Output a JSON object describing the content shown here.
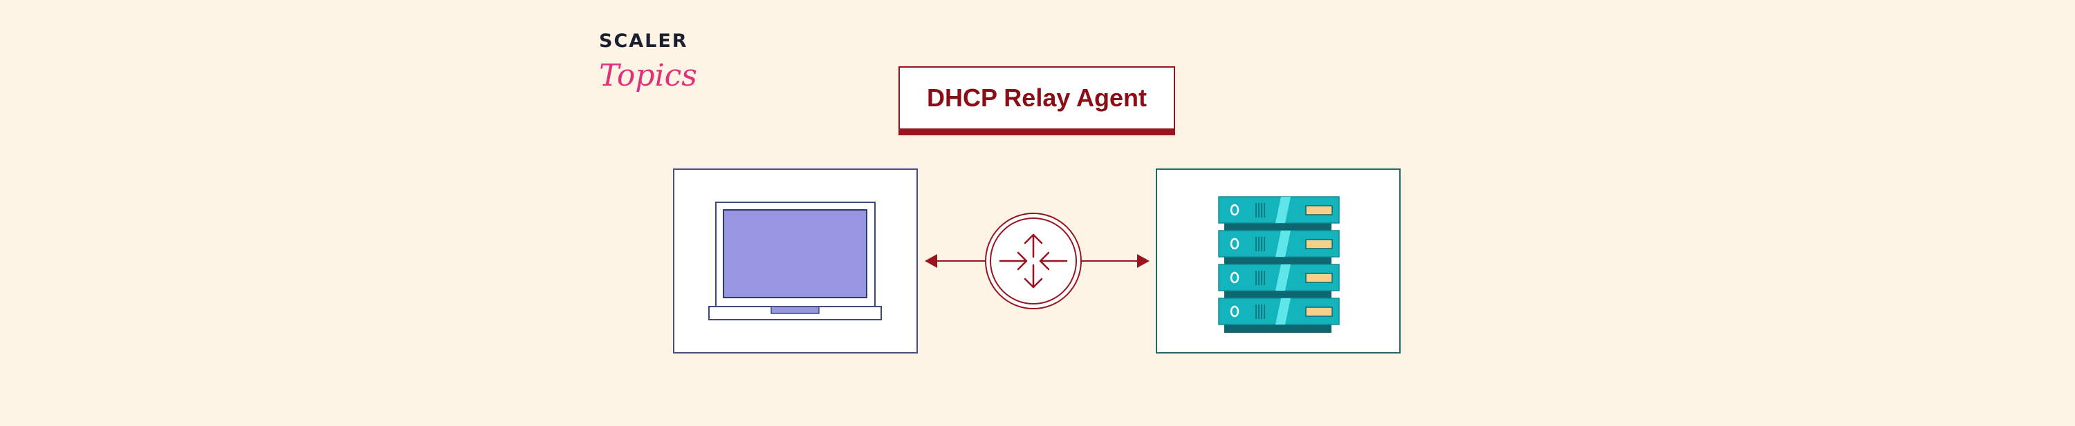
{
  "logo": {
    "line1": "SCALER",
    "line2": "Topics"
  },
  "title": "DHCP Relay Agent",
  "nodes": [
    {
      "name": "client",
      "icon": "laptop-icon"
    },
    {
      "name": "relay-agent",
      "icon": "router-icon"
    },
    {
      "name": "server",
      "icon": "server-rack-icon"
    }
  ],
  "colors": {
    "background": "#fef4e6",
    "accent": "#9a1420",
    "server": "#14b4bd",
    "screen": "#9896e0"
  }
}
